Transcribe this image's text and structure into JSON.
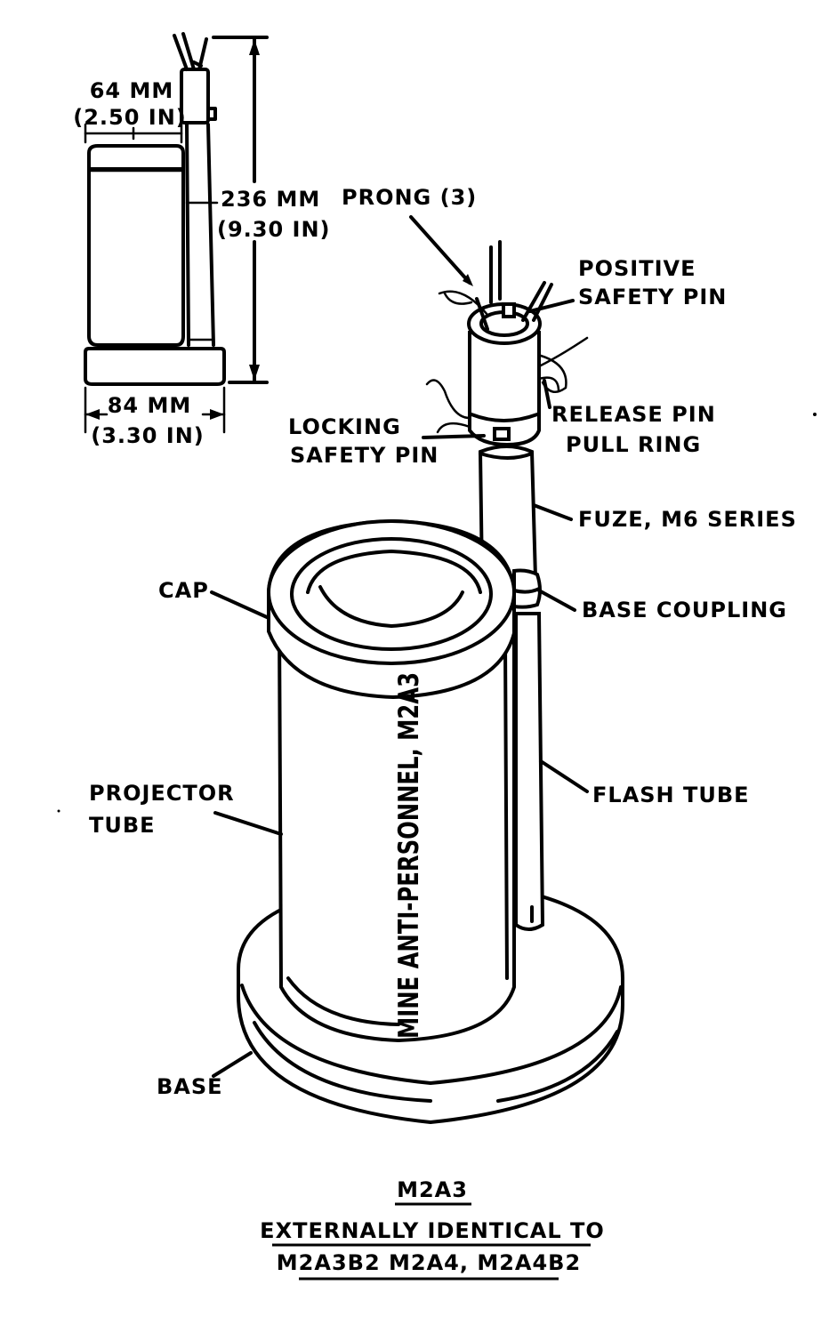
{
  "dimensions": {
    "width_mm": "64 MM",
    "width_in": "(2.50 IN)",
    "height_mm": "236 MM",
    "height_in": "(9.30 IN)",
    "base_mm": "84 MM",
    "base_in": "(3.30 IN)"
  },
  "labels": {
    "prong": "PRONG (3)",
    "positive_safety_pin_line1": "POSITIVE",
    "positive_safety_pin_line2": "SAFETY PIN",
    "release_pin_line1": "RELEASE PIN",
    "release_pin_line2": "PULL RING",
    "locking_safety_pin_line1": "LOCKING",
    "locking_safety_pin_line2": "SAFETY PIN",
    "fuze": "FUZE, M6 SERIES",
    "cap": "CAP",
    "base_coupling": "BASE COUPLING",
    "projector_tube_line1": "PROJECTOR",
    "projector_tube_line2": "TUBE",
    "flash_tube": "FLASH TUBE",
    "base": "BASE",
    "body_marking": "MINE ANTI-PERSONNEL, M2A3"
  },
  "caption": {
    "line1": "M2A3",
    "line2": "EXTERNALLY IDENTICAL TO",
    "line3": "M2A3B2 M2A4, M2A4B2"
  }
}
